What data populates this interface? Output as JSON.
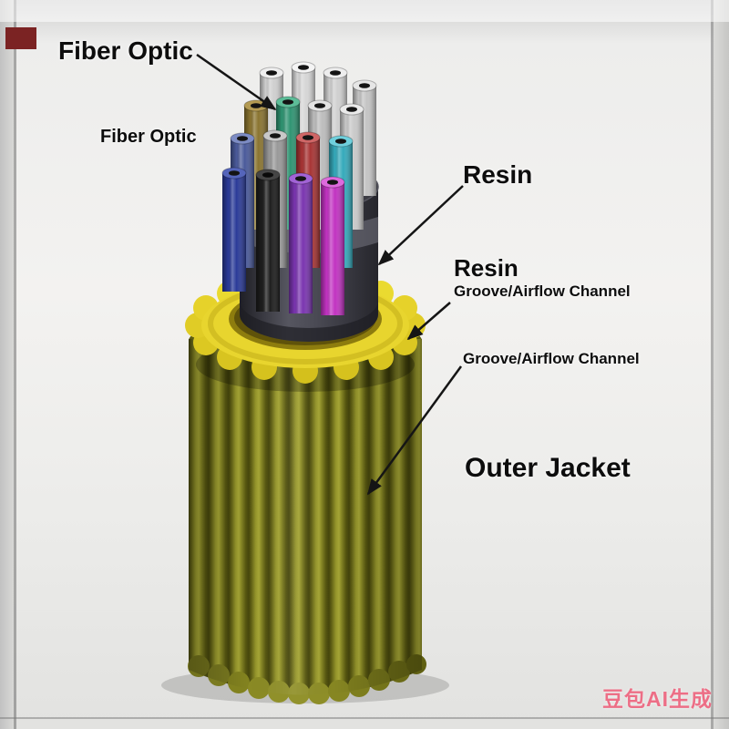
{
  "labels": {
    "fiber_optic_main": "Fiber Optic",
    "fiber_optic_secondary": "Fiber Optic",
    "resin_main": "Resin",
    "resin_secondary": "Resin",
    "groove_channel_1": "Groove/Airflow Channel",
    "groove_channel_2": "Groove/Airflow Channel",
    "outer_jacket": "Outer Jacket",
    "watermark": "豆包AI生成"
  },
  "diagram": {
    "subject": "Fiber optic cable cutaway illustration",
    "colors": {
      "outer_jacket_olive": "#7e7e20",
      "gear_collar_yellow": "#e6d22a",
      "resin_gray": "#4a4a54",
      "fiber_tube_colors": [
        "#d6d6d6",
        "#8a7430",
        "#2f9472",
        "#bdbdbd",
        "#4a5a9a",
        "#a83434",
        "#35aabb",
        "#2a3a98",
        "#1d1d1d",
        "#7a35b0",
        "#c233c2"
      ]
    }
  }
}
